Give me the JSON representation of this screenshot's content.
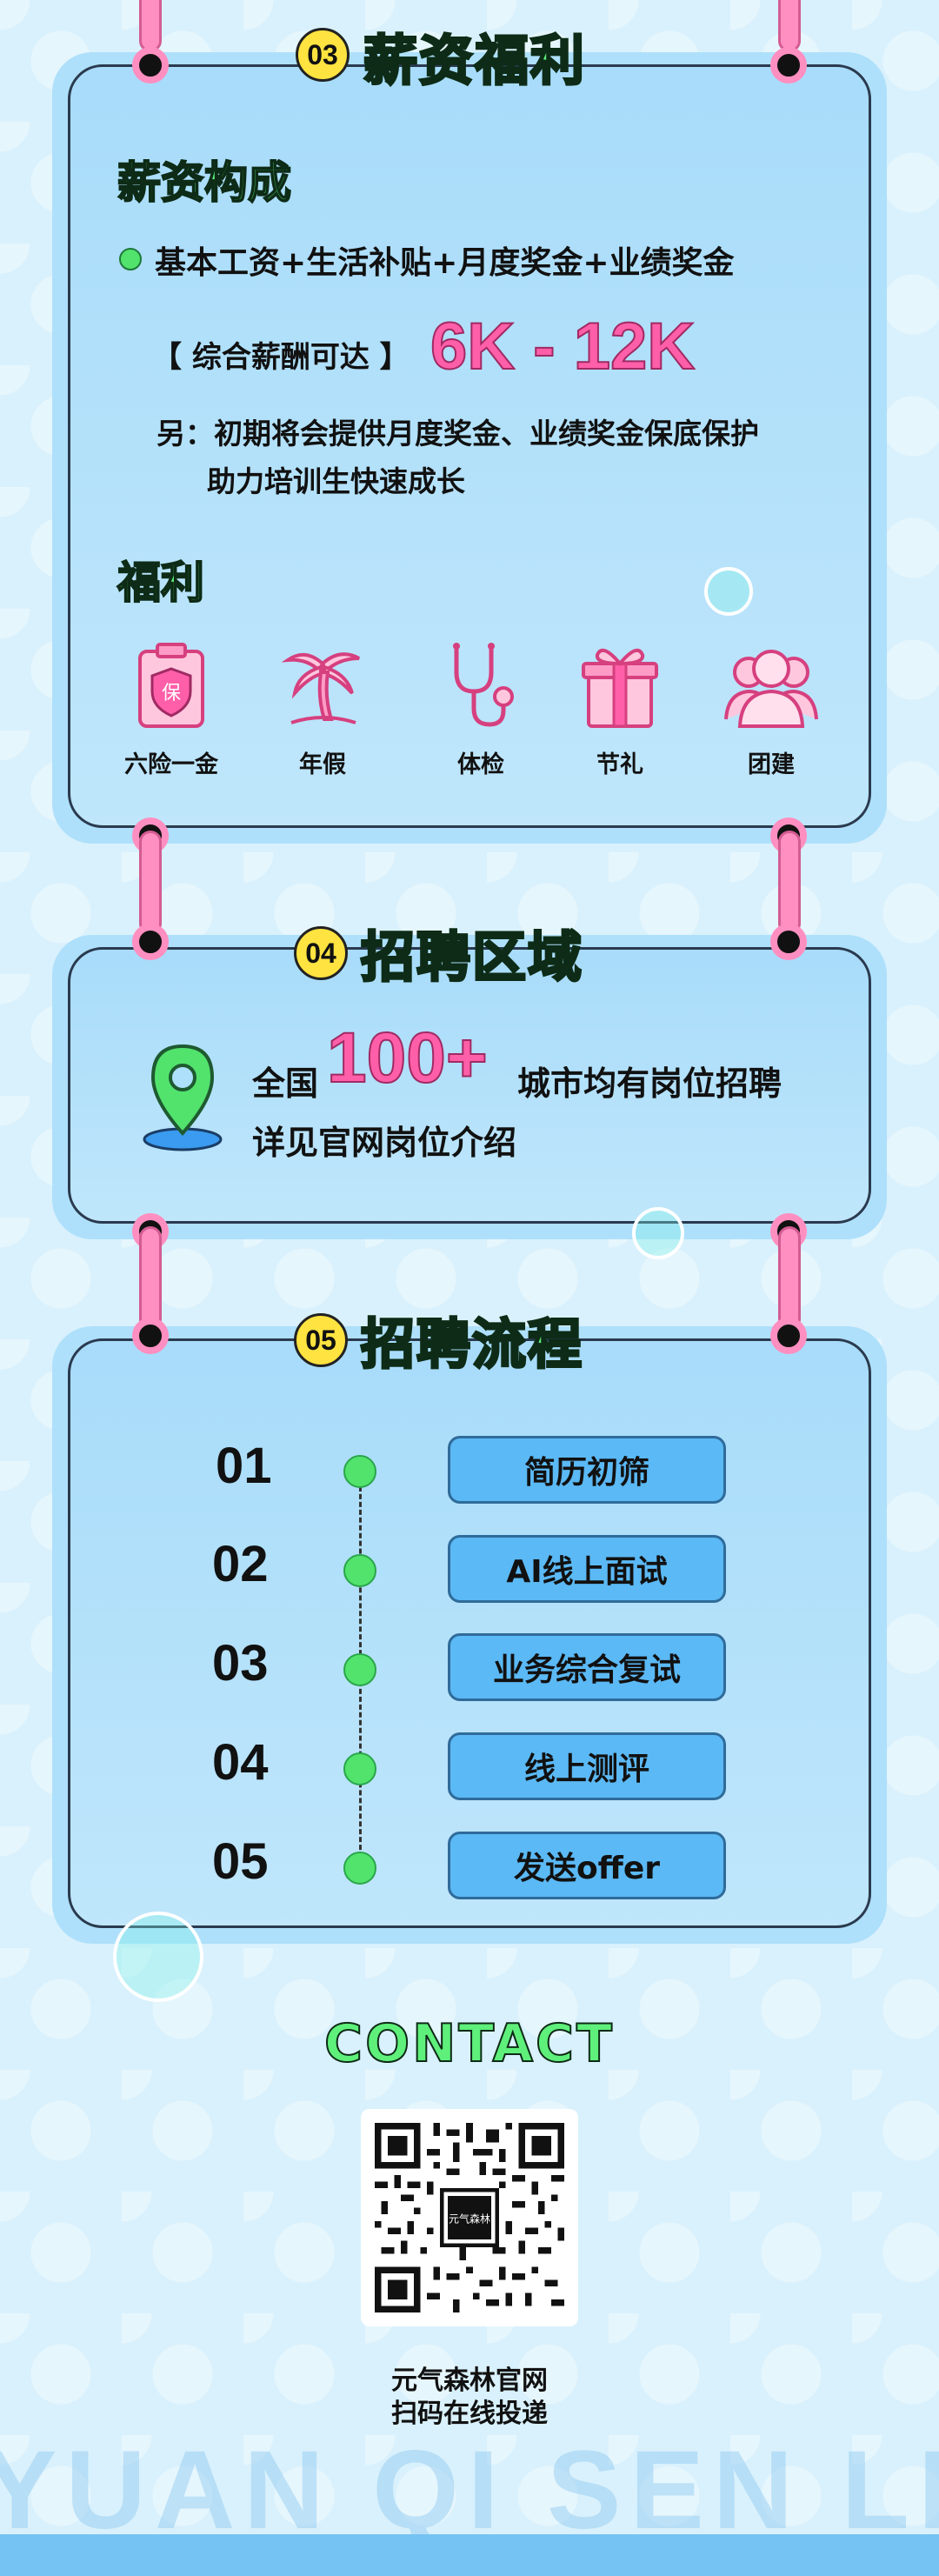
{
  "section3": {
    "num": "03",
    "title": "薪资福利",
    "salary_heading": "薪资构成",
    "salary_items": "基本工资+生活补贴+月度奖金+业绩奖金",
    "package_label": "【 综合薪酬可达 】",
    "package_value": "6K - 12K",
    "note_line1": "另：初期将会提供月度奖金、业绩奖金保底保护",
    "note_line2": "助力培训生快速成长",
    "benefits_heading": "福利",
    "benefits": [
      {
        "label": "六险一金",
        "icon": "insurance-icon",
        "glyph": "保"
      },
      {
        "label": "年假",
        "icon": "palm-tree-icon"
      },
      {
        "label": "体检",
        "icon": "stethoscope-icon"
      },
      {
        "label": "节礼",
        "icon": "gift-icon"
      },
      {
        "label": "团建",
        "icon": "team-icon"
      }
    ]
  },
  "section4": {
    "num": "04",
    "title": "招聘区域",
    "line1_prefix": "全国",
    "big_number": "100+",
    "line1_suffix": "城市均有岗位招聘",
    "line2": "详见官网岗位介绍"
  },
  "section5": {
    "num": "05",
    "title": "招聘流程",
    "steps": [
      {
        "num": "01",
        "label": "简历初筛"
      },
      {
        "num": "02",
        "label": "AI线上面试"
      },
      {
        "num": "03",
        "label": "业务综合复试"
      },
      {
        "num": "04",
        "label": "线上测评"
      },
      {
        "num": "05",
        "label": "发送offer"
      }
    ]
  },
  "contact": {
    "title": "CONTACT",
    "qr_center_label": "元气森林",
    "line1": "元气森林官网",
    "line2": "扫码在线投递",
    "watermark": "YUAN QI SEN LIN"
  },
  "colors": {
    "accent_green": "#5ef07a",
    "accent_pink": "#ff5fa8",
    "card_blue": "#aee0fb",
    "badge_yellow": "#ffe340"
  }
}
